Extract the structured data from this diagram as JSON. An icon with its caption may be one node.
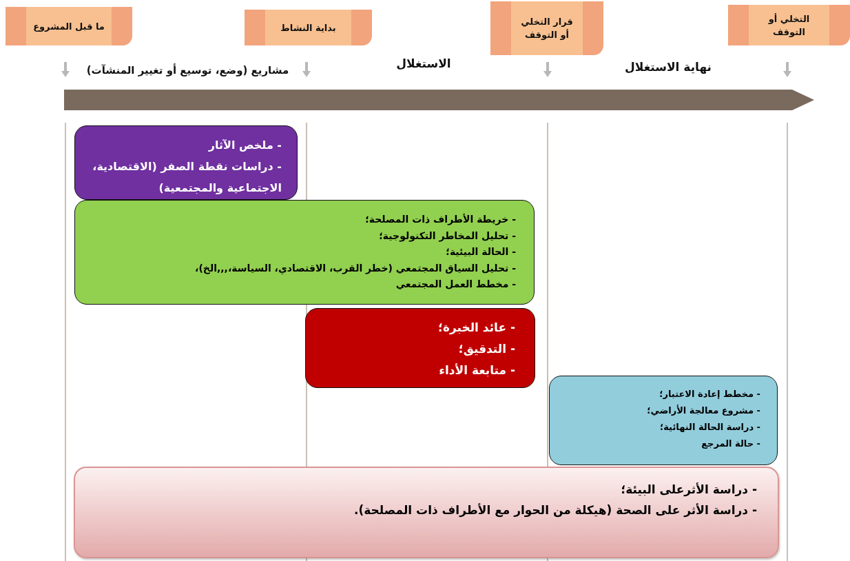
{
  "diagram": {
    "nodes": [
      {
        "text": [
          "ما قبل المشروع"
        ]
      },
      {
        "text": [
          "بداية النشاط"
        ]
      },
      {
        "text": [
          "قرار التخلي أو التوقف"
        ]
      },
      {
        "text": [
          "التخلي أو التوقف"
        ]
      },
      {
        "text": [
          "- ملخص الآثار",
          "- دراسات نقطة الصفر (الاقتصادية، الاجتماعية والمجتمعية)"
        ]
      },
      {
        "text": [
          "- خريطة الأطراف ذات المصلحة؛",
          "- تحليل المخاطر التكنولوجية؛",
          "- الحالة البيئية؛",
          "- تحليل السياق المجتمعي (خطر القرب، الاقتصادي، السياسة،,,,الخ)،",
          "- مخطط العمل المجتمعي"
        ]
      },
      {
        "text": [
          "- عائد الخبرة؛",
          "- التدقيق؛",
          "- متابعة الأداء"
        ]
      },
      {
        "text": [
          "- مخطط إعادة الاعتبار؛",
          "- مشروع معالجة الأراضي؛",
          "- دراسة الحالة النهائية؛",
          "- حالة المرجع"
        ]
      },
      {
        "text": [
          "- دراسة الأثرعلى البيئة؛",
          "- دراسة الأثر على الصحة (هيكلة من الحوار مع الأطراف ذات المصلحة)."
        ]
      }
    ],
    "labels": [
      "مشاريع (وضع، توسيع أو تغيير المنشآت)",
      "الاستغلال",
      "نهاية الاستغلال"
    ]
  }
}
